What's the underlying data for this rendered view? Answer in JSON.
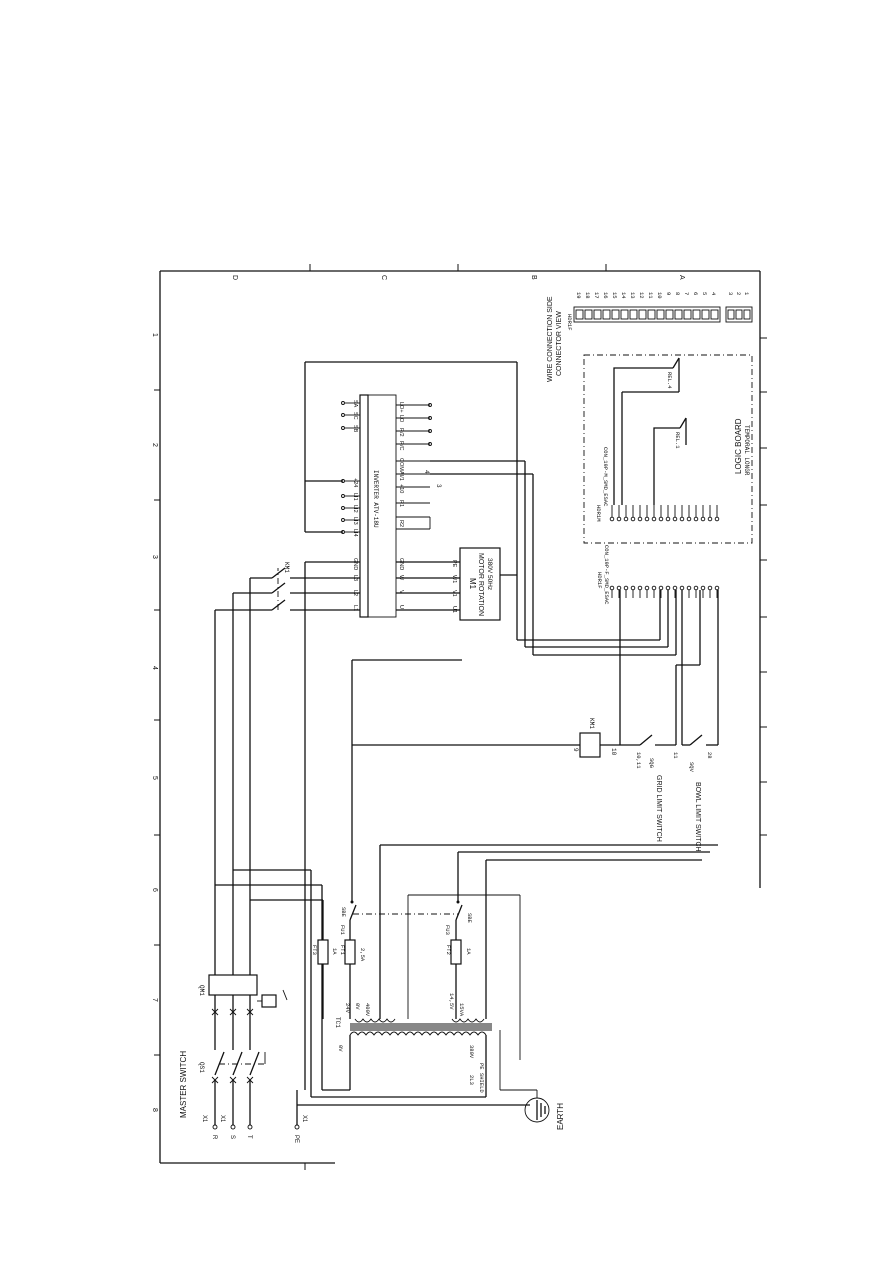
{
  "frame": {
    "row_letters": [
      "D",
      "C",
      "B",
      "A"
    ],
    "column_numbers": [
      "1",
      "2",
      "3",
      "4",
      "5",
      "6",
      "7",
      "8"
    ]
  },
  "labels": {
    "master_switch": "MASTER SWITCH",
    "qs1": "QS1",
    "qm1": "QM1",
    "earth": "EARTH",
    "supply_terminals": [
      "R",
      "S",
      "T",
      "PE"
    ],
    "x1": "X1",
    "tc1": "TC1",
    "fuses": [
      {
        "tag": "FT3",
        "rating": "1A"
      },
      {
        "tag": "FT1",
        "rating": "2,5A"
      },
      {
        "tag": "FT2",
        "rating": "1A"
      }
    ],
    "fu_tags": [
      "FU3",
      "FU1"
    ],
    "sbe": "SBE",
    "transformer_taps": [
      "0V",
      "24V",
      "400V",
      "0V",
      "14,5V",
      "15VA",
      "2L3",
      "380V",
      "PE SHIELD"
    ],
    "km1": "KM1",
    "inverter": "INVERTER ATV-18U",
    "inverter_terminals_left": [
      "L1",
      "L2",
      "L3",
      "GND",
      "U",
      "V",
      "W",
      "GND"
    ],
    "inverter_terminals_right": [
      "LO+",
      "LO",
      "R/2",
      "R/C",
      "COM",
      "AI/1",
      "+10",
      "+24",
      "LI1",
      "LI2",
      "LI3",
      "LI4",
      "R1",
      "R2",
      "SA",
      "SC",
      "SB"
    ],
    "motor_title": "M1",
    "motor_line1": "MOTOR ROTATION",
    "motor_line2": "380V 50Hz",
    "motor_terminals": [
      "U1",
      "V1",
      "W1",
      "PE"
    ],
    "grid_limit_switch": "GRID LIMIT SWITCH",
    "bowl_limit_switch": "BOWL LIMIT SWITCH",
    "sqg": "SQG",
    "sqv": "SQV",
    "hdr1f": "HDR1F",
    "hdr1f_part": "CON_19P-F_SMD_ESAC",
    "hdr1m": "HDR1M",
    "hdr1m_part": "CON_19P-M_SMD_ESAC",
    "logic_board": "LOGIC BOARD",
    "logic_board_part": "TEMPORAL LONGR",
    "rel1": "REL.1",
    "rel4": "REL.4",
    "wire_connection_side": "WIRE CONNECTION SIDE",
    "connector_view": "CONNECTOR VIEW",
    "hdr1f_pins": [
      "19",
      "18",
      "17",
      "16",
      "15",
      "14",
      "13",
      "12",
      "11",
      "10",
      "9",
      "8",
      "7",
      "6",
      "5",
      "4",
      "3",
      "2",
      "1"
    ]
  }
}
